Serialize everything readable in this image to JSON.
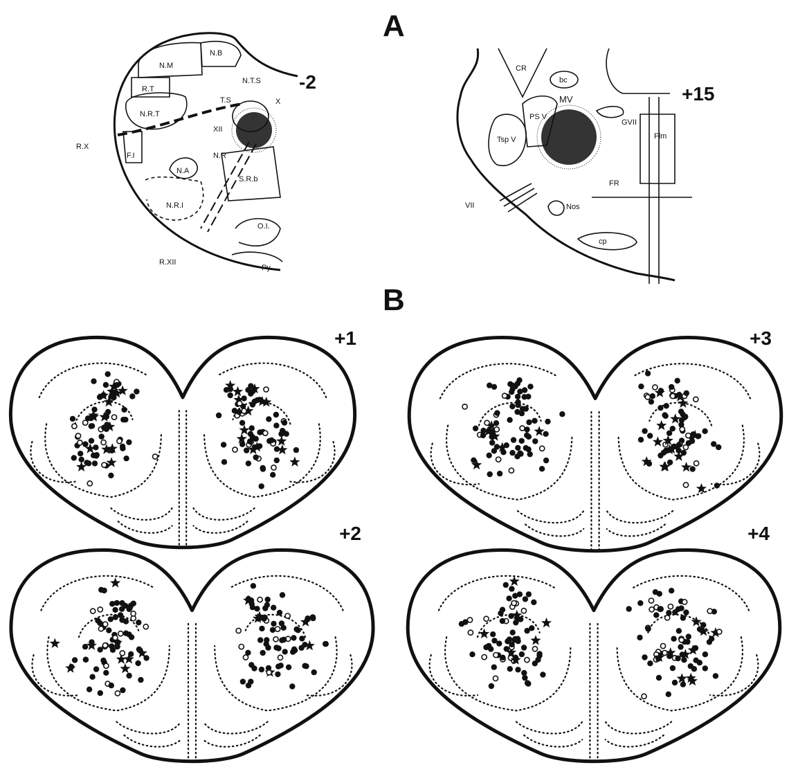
{
  "panel_a": {
    "letter": "A",
    "left_section": {
      "level": "-2",
      "labels": [
        "N.M",
        "N.B",
        "N.T.S",
        "R.T",
        "T.S",
        "X",
        "N.R.T",
        "XII",
        "R.X",
        "F.I",
        "N.A",
        "N.R",
        "S.R.b",
        "N.R.I",
        "O.I.",
        "R.XII",
        "Py."
      ]
    },
    "right_section": {
      "level": "+15",
      "labels": [
        "CR",
        "bc",
        "MV",
        "Tsp V",
        "PS V",
        "GVII",
        "Flm",
        "FR",
        "VII",
        "Nos",
        "cp"
      ]
    }
  },
  "panel_b": {
    "letter": "B",
    "sections": [
      {
        "level": "+1"
      },
      {
        "level": "+3"
      },
      {
        "level": "+2"
      },
      {
        "level": "+4"
      }
    ]
  }
}
